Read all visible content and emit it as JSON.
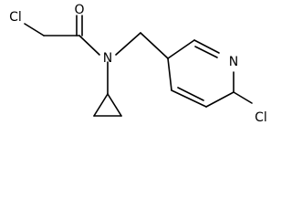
{
  "molecule": {
    "atoms": {
      "chlorine_left": "Cl",
      "oxygen": "O",
      "nitrogen_amide": "N",
      "nitrogen_pyridine": "N",
      "chlorine_right": "Cl"
    }
  },
  "colors": {
    "bond": "#000000",
    "label": "#000000",
    "background": "#ffffff"
  }
}
